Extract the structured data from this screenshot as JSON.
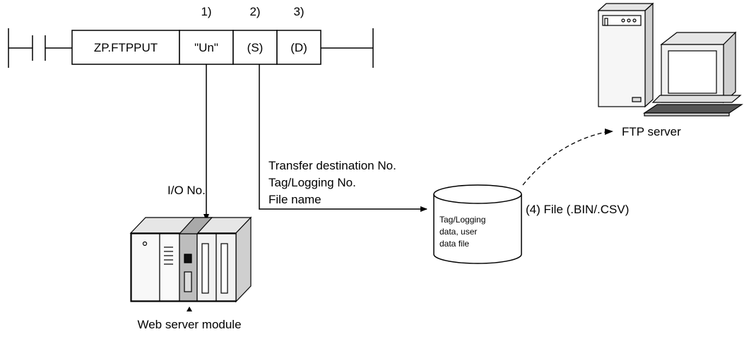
{
  "instruction": {
    "name": "ZP.FTPPUT",
    "operands": [
      "\"Un\"",
      "(S)",
      "(D)"
    ],
    "operand_numbers": [
      "1)",
      "2)",
      "3)"
    ]
  },
  "labels": {
    "io_no": "I/O No.",
    "source_lines": [
      "Transfer destination No.",
      "Tag/Logging No.",
      "File name"
    ],
    "file_label": "(4) File (.BIN/.CSV)",
    "cylinder_lines": [
      "Tag/Logging",
      "data, user",
      "data file"
    ],
    "web_server_module": "Web server module",
    "ftp_server": "FTP server"
  }
}
